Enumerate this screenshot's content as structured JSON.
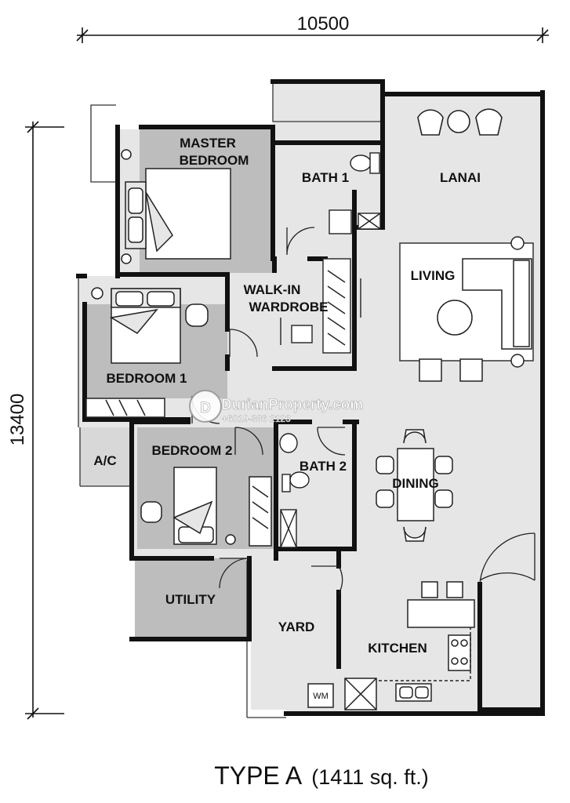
{
  "dimensions": {
    "width": "10500",
    "height": "13400"
  },
  "rooms": {
    "master_bedroom": [
      "MASTER",
      "BEDROOM"
    ],
    "bath_1": "BATH 1",
    "lanai": "LANAI",
    "walk_in_wardrobe": [
      "WALK-IN",
      "WARDROBE"
    ],
    "living": "LIVING",
    "bedroom_1": "BEDROOM 1",
    "ac": "A/C",
    "bedroom_2": "BEDROOM 2",
    "bath_2": "BATH 2",
    "dining": "DINING",
    "utility": "UTILITY",
    "yard": "YARD",
    "kitchen": "KITCHEN",
    "wm": "WM"
  },
  "watermark": {
    "brand": "DurianProperty.com",
    "phone": "+6019-386 2123"
  },
  "title": {
    "type": "TYPE A",
    "area": "(1411 sq. ft.)"
  },
  "colors": {
    "wall": "#111111",
    "floor_light": "#e6e6e6",
    "floor_dark": "#bdbdbd",
    "white": "#ffffff"
  }
}
